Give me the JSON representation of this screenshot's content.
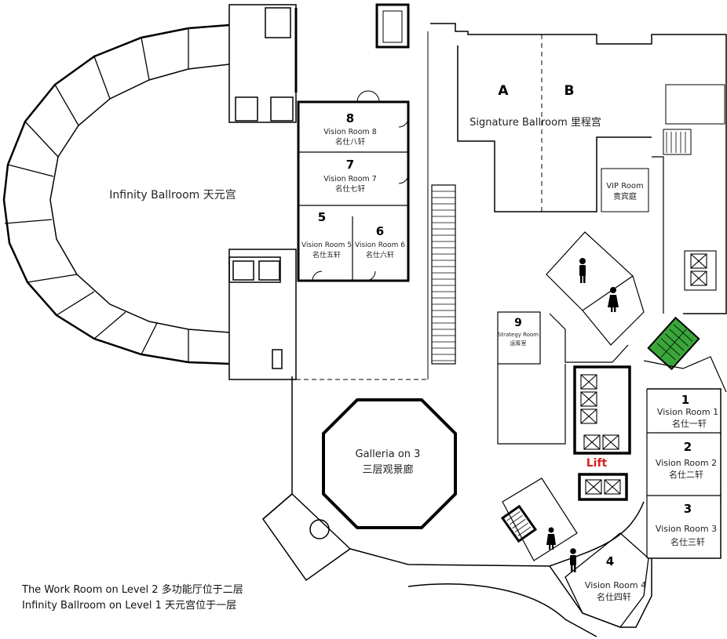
{
  "rooms": {
    "infinity_ballroom": "Infinity Ballroom 天元宫",
    "signature_ballroom": "Signature Ballroom 里程宫",
    "section_a": "A",
    "section_b": "B",
    "vip_room_en": "VIP Room",
    "vip_room_cn": "贵宾庭",
    "galleria_en": "Galleria on 3",
    "galleria_cn": "三层观景廊",
    "vr8": {
      "num": "8",
      "en": "Vision Room 8",
      "cn": "名仕八轩"
    },
    "vr7": {
      "num": "7",
      "en": "Vision Room 7",
      "cn": "名仕七轩"
    },
    "vr5": {
      "num": "5",
      "en": "Vision Room 5",
      "cn": "名仕五轩"
    },
    "vr6": {
      "num": "6",
      "en": "Vision Room 6",
      "cn": "名仕六轩"
    },
    "sr9": {
      "num": "9",
      "en": "Strategy Room",
      "cn": "运筹室"
    },
    "vr1": {
      "num": "1",
      "en": "Vision Room 1",
      "cn": "名仕一轩"
    },
    "vr2": {
      "num": "2",
      "en": "Vision Room 2",
      "cn": "名仕二轩"
    },
    "vr3": {
      "num": "3",
      "en": "Vision Room 3",
      "cn": "名仕三轩"
    },
    "vr4": {
      "num": "4",
      "en": "Vision Room 4",
      "cn": "名仕四轩"
    }
  },
  "lift": {
    "label": "Lift",
    "color": "#d8201f"
  },
  "stairs_highlight_color": "#3aa63a",
  "footnotes": [
    "The Work Room on Level 2 多功能厅位于二层",
    "Infinity Ballroom on Level 1 天元宫位于一层"
  ]
}
